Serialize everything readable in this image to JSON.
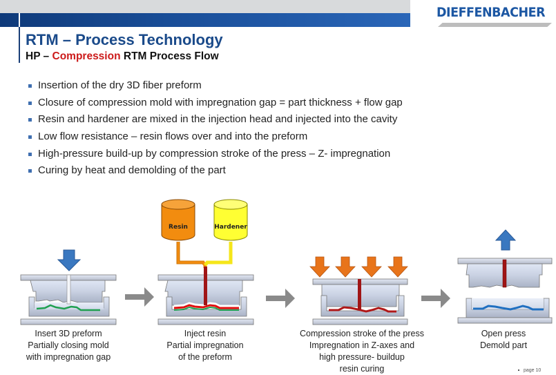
{
  "header": {
    "logo_text": "DIEFFENBACHER",
    "brand_color": "#1c57a3",
    "title": "RTM – Process Technology",
    "subtitle_prefix": "HP – ",
    "subtitle_highlight": "Compression",
    "subtitle_suffix": " RTM Process Flow",
    "highlight_color": "#cc1a1a"
  },
  "bullets": [
    "Insertion of the dry 3D fiber preform",
    "Closure of compression mold with impregnation gap = part thickness + flow gap",
    "Resin and hardener are mixed in the injection head and injected into the cavity",
    "Low flow resistance – resin flows over and into the preform",
    "High-pressure build-up by compression stroke of the press – Z- impregnation",
    "Curing by heat and demolding of the part"
  ],
  "steps": [
    {
      "caption": [
        "Insert 3D preform",
        "Partially closing mold",
        "with impregnation gap"
      ],
      "icons": [
        "down-arrow-icon",
        "mold-icon",
        "preform-icon"
      ]
    },
    {
      "caption": [
        "Inject resin",
        "Partial impregnation",
        "of the preform"
      ],
      "tanks": [
        {
          "label": "Resin",
          "color": "#f28c0f"
        },
        {
          "label": "Hardener",
          "color": "#ffff33"
        }
      ]
    },
    {
      "caption": [
        "Compression stroke of the press",
        "Impregnation in Z-axes and",
        "high pressure- buildup",
        "resin curing"
      ],
      "press_arrows": 4
    },
    {
      "caption": [
        "Open press",
        "Demold part"
      ],
      "icons": [
        "up-arrow-icon",
        "mold-icon",
        "part-icon"
      ]
    }
  ],
  "colors": {
    "preform": "#1fa050",
    "resin": "#e01010",
    "cured_resin": "#b01818",
    "part": "#1f6fc0",
    "flow_arrow": "#8a8a8a",
    "down_arrow": "#3a78c0",
    "press_arrow": "#e8741a"
  },
  "footer": {
    "page": "page 10"
  }
}
